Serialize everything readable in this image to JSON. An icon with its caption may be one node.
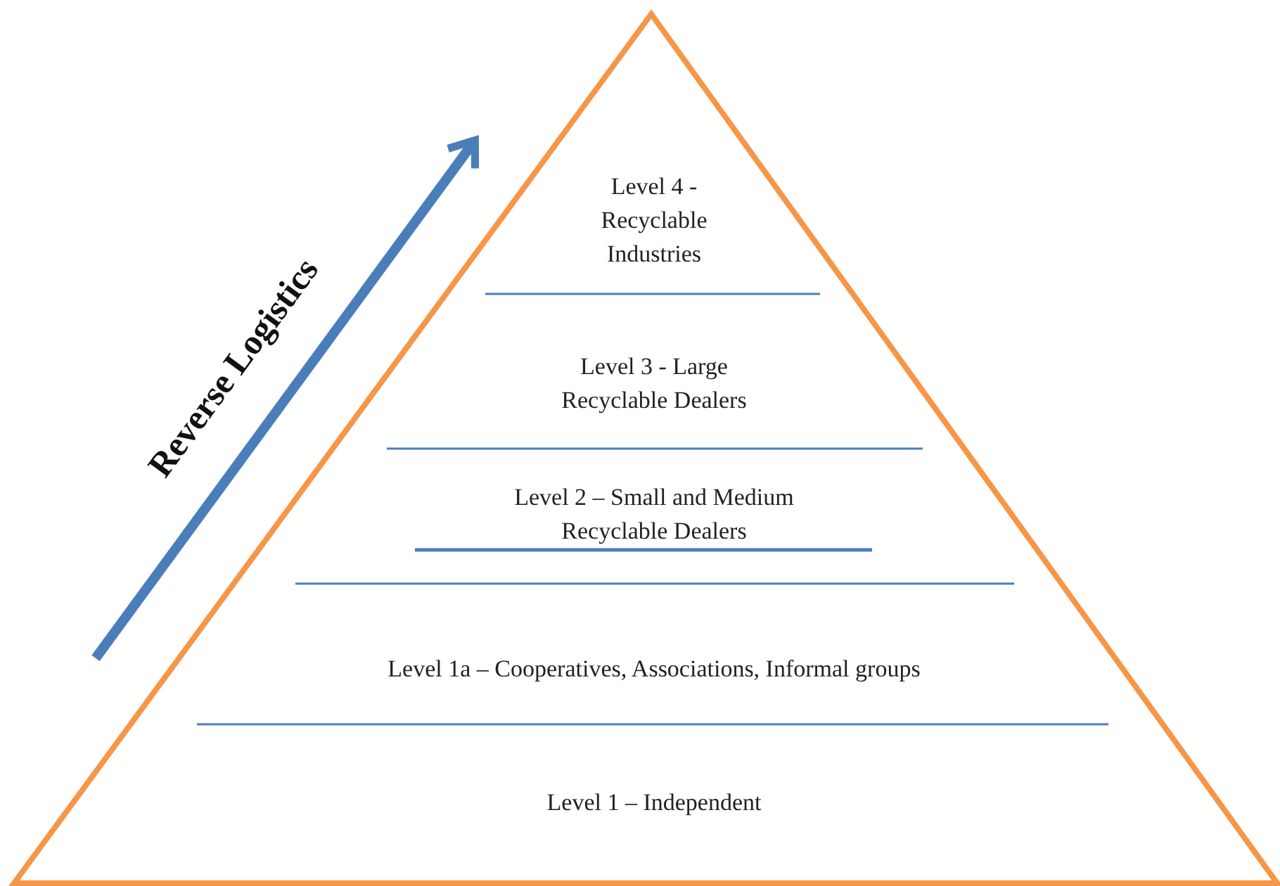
{
  "diagram": {
    "nodes": [
      {
        "text": [
          "Level 4 - Recyclable Industries"
        ]
      },
      {
        "text": [
          "Level 3 - Large Recyclable Dealers"
        ]
      },
      {
        "text": [
          "Level 2 – Small and Medium Recyclable Dealers"
        ]
      },
      {
        "text": [
          "Level 1a – Cooperatives, Associations, Informal groups"
        ]
      },
      {
        "text": [
          "Level 1 – Independent"
        ]
      }
    ],
    "edges": [],
    "labels": [
      "Reverse Logistics"
    ]
  }
}
